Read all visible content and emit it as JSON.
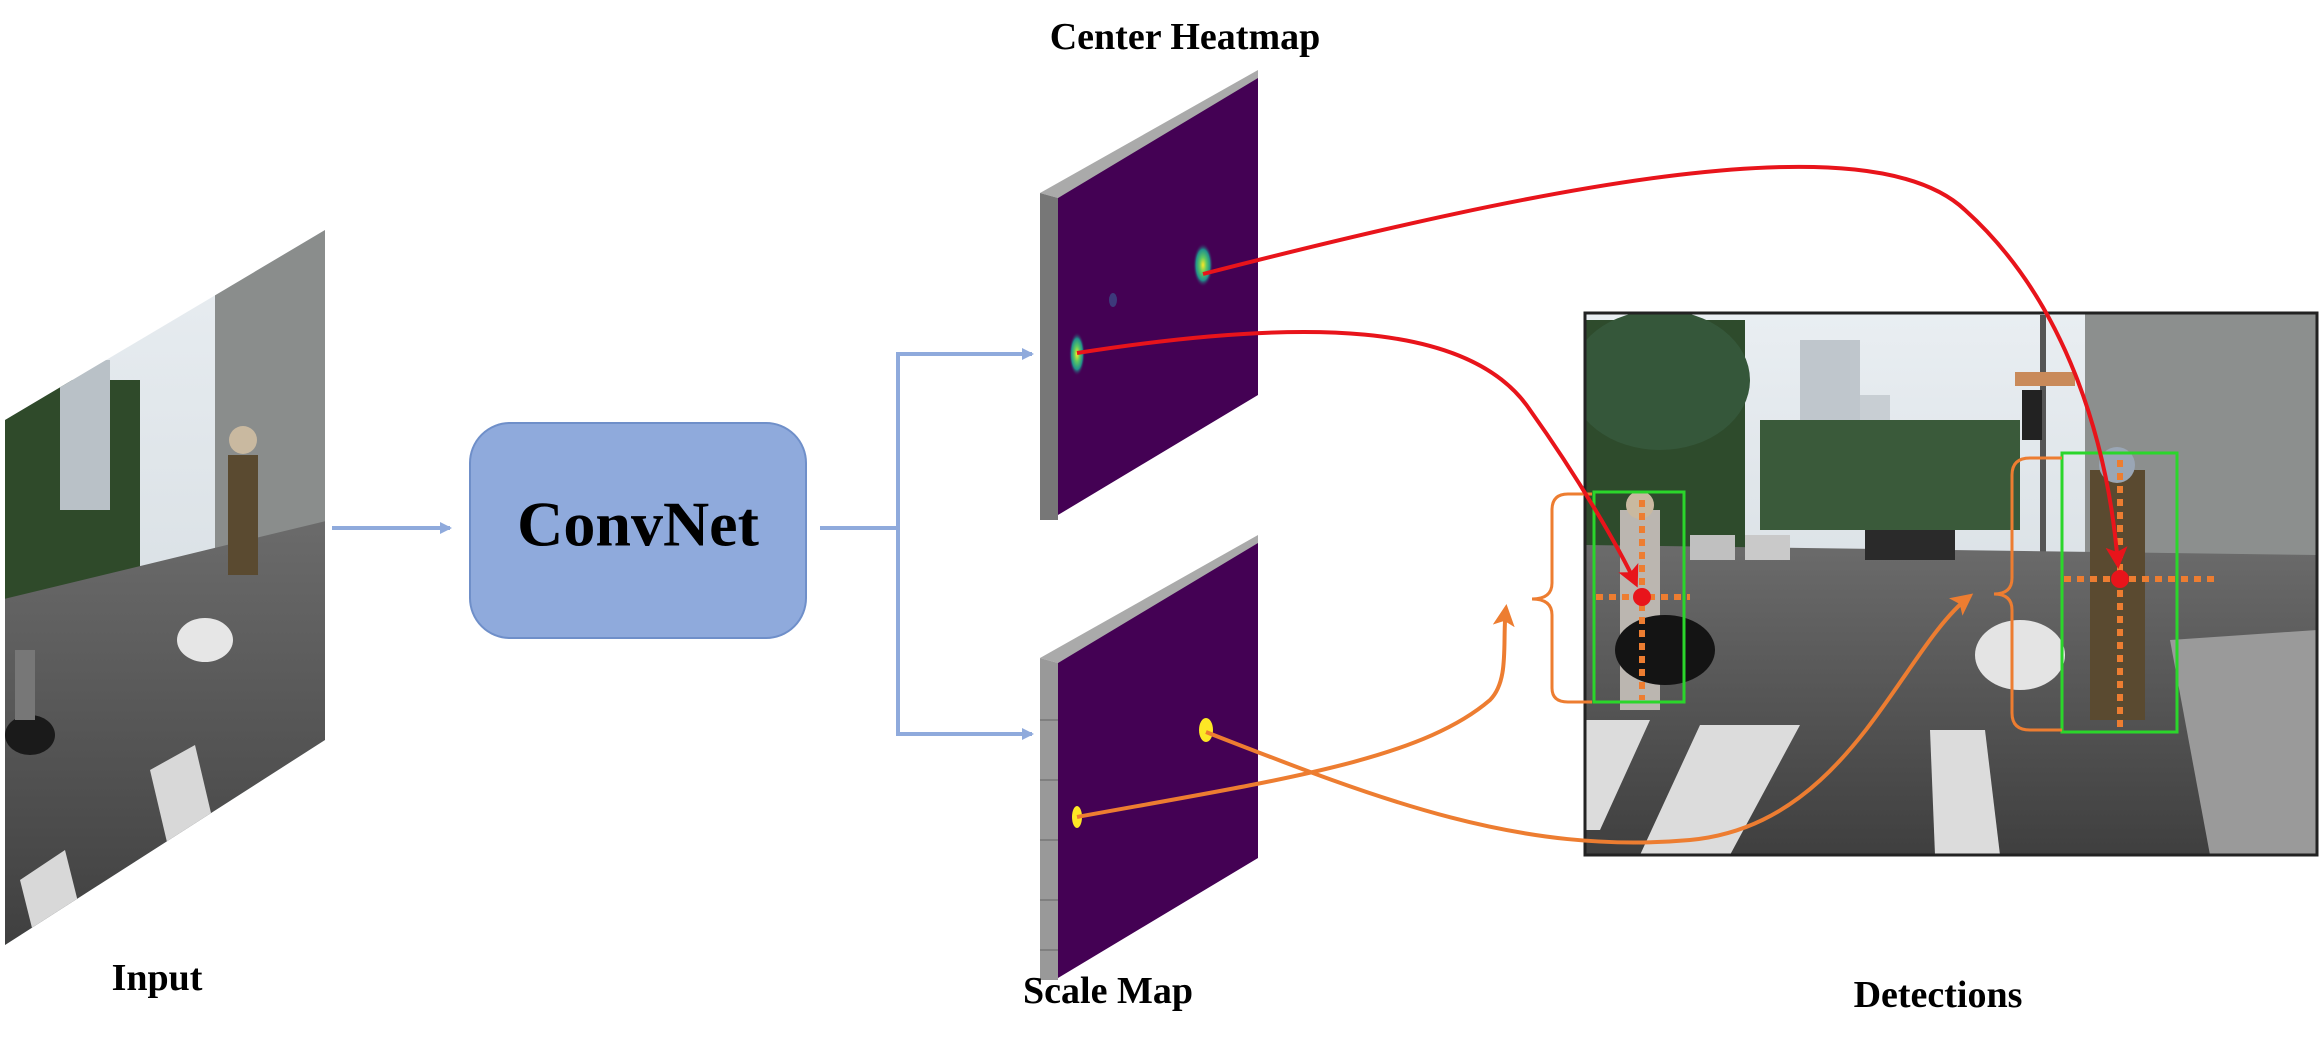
{
  "labels": {
    "input": "Input",
    "convnet": "ConvNet",
    "center_heatmap": "Center Heatmap",
    "scale_map": "Scale Map",
    "detections": "Detections"
  },
  "colors": {
    "convnet_fill": "#8faadc",
    "convnet_stroke": "#6f8fc9",
    "flow_arrow": "#8faadc",
    "heatmap_bg": "#440154",
    "heatmap_peak": "#fde725",
    "center_link": "#e8141b",
    "scale_link": "#ed7d31",
    "box": "#2bd62b"
  },
  "icons": {
    "input_image": "street-scene-image",
    "detection_image": "street-scene-image",
    "heatmap_peak": "heatmap-peak-icon",
    "center_point": "center-point-icon"
  }
}
